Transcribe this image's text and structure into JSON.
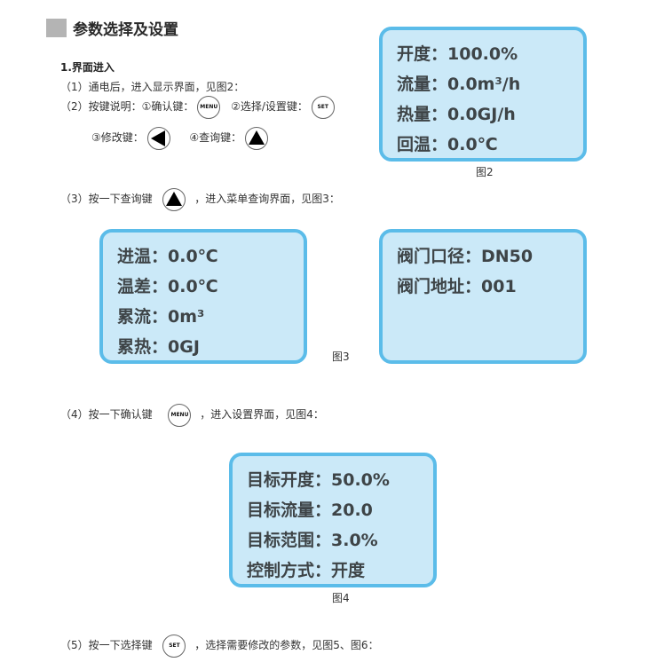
{
  "title": "参数选择及设置",
  "section": "1.界面进入",
  "steps": {
    "s1": "（1）通电后，进入显示界面，见图2：",
    "s2_prefix": "（2）按键说明：①确认键：",
    "s2_mid": "②选择/设置键：",
    "s2b_modify": "③修改键：",
    "s2b_query": "④查询键：",
    "s3_prefix": "（3）按一下查询键",
    "s3_suffix": "，进入菜单查询界面，见图3：",
    "s4_prefix": "（4）按一下确认键",
    "s4_suffix": "，进入设置界面，见图4：",
    "s5_prefix": "（5）按一下选择键",
    "s5_suffix": "，选择需要修改的参数，见图5、图6："
  },
  "keys": {
    "menu": "MENU",
    "set": "SET"
  },
  "fig2": {
    "lines": [
      "开度：100.0%",
      "流量：0.0m³/h",
      "热量：0.0GJ/h",
      "回温：0.0℃"
    ],
    "caption": "图2"
  },
  "fig3": {
    "left": [
      "进温：0.0℃",
      "温差：0.0℃",
      "累流：0m³",
      "累热：0GJ"
    ],
    "right": [
      "阀门口径：DN50",
      "阀门地址：001"
    ],
    "caption": "图3"
  },
  "fig4": {
    "lines": [
      "目标开度：50.0%",
      "目标流量：20.0",
      "目标范围：3.0%",
      "控制方式：开度"
    ],
    "caption": "图4"
  },
  "colors": {
    "panel_bg": "#cbe9f8",
    "panel_border": "#5bbce9"
  }
}
